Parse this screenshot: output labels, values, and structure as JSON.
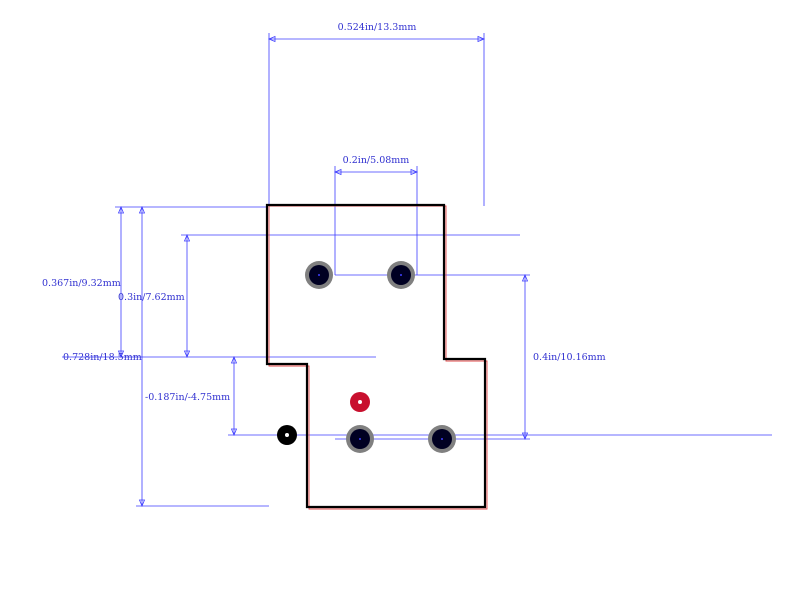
{
  "dimensions": {
    "overall_width": "0.524in/13.3mm",
    "pin_pitch": "0.2in/5.08mm",
    "height_upper": "0.367in/9.32mm",
    "height_mid": "0.3in/7.62mm",
    "height_total": "0.728in/18.5mm",
    "offset_neg": "-0.187in/-4.75mm",
    "row_spacing": "0.4in/10.16mm"
  },
  "colors": {
    "dimension": "#3c3cff",
    "outline": "#000000",
    "pad_ring": "#808080",
    "pad_hole": "#000022",
    "pin1_marker": "#c8102e",
    "origin_marker": "#000000"
  },
  "pads": [
    {
      "name": "pad-top-left"
    },
    {
      "name": "pad-top-right"
    },
    {
      "name": "pad-bottom-left"
    },
    {
      "name": "pad-bottom-right"
    }
  ]
}
